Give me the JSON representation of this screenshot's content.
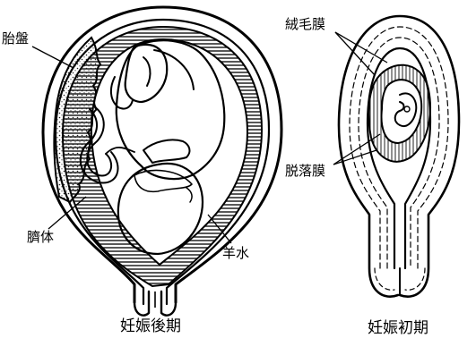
{
  "labels": {
    "placenta": "胎盤",
    "umbilical_cord": "臍体",
    "amniotic_fluid": "羊水",
    "chorion": "絨毛膜",
    "decidua": "脱落膜"
  },
  "captions": {
    "late_pregnancy": "妊娠後期",
    "early_pregnancy": "妊娠初期"
  }
}
